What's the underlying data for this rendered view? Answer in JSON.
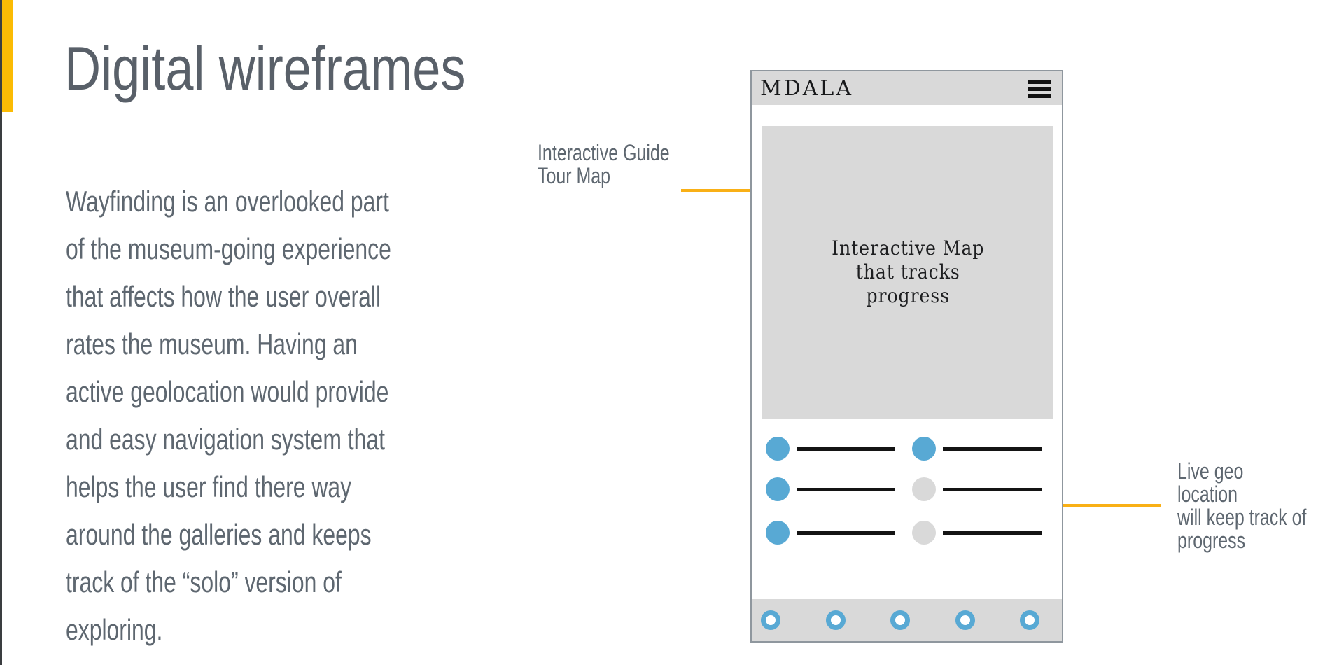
{
  "slide": {
    "title": "Digital wireframes",
    "body_lines": [
      "Wayfinding is an overlooked part",
      "of the museum-going experience",
      "that affects how the user overall",
      "rates the museum. Having an",
      "active geolocation would provide",
      "and easy navigation system that",
      "helps the user find there way",
      "around the galleries and keeps",
      "track of the “solo” version of",
      "exploring."
    ]
  },
  "annotations": {
    "left": {
      "text_lines": [
        "Interactive Guide",
        "Tour Map"
      ],
      "arrow_direction": "right"
    },
    "right": {
      "text_lines": [
        "Live geo location",
        "will keep track of",
        "progress"
      ],
      "arrow_direction": "left"
    }
  },
  "phone": {
    "app_title": "MDALA",
    "menu_icon": "hamburger-icon",
    "map_label_lines": [
      "Interactive Map",
      "that tracks",
      "progress"
    ],
    "progress_rows": [
      {
        "left": "active",
        "right": "active"
      },
      {
        "left": "active",
        "right": "inactive"
      },
      {
        "left": "active",
        "right": "inactive"
      }
    ],
    "bottom_nav": {
      "count": 5,
      "icon": "circle-ring-icon"
    }
  },
  "colors": {
    "accent_yellow": "#FBBB04",
    "arrow_yellow": "#F9B016",
    "title_gray": "#596069",
    "body_gray": "#5E6770",
    "panel_gray": "#D9D9D9",
    "phone_border": "#8F979E",
    "active_blue": "#58A9D4",
    "inactive_gray": "#D9D9D9",
    "line_black": "#141414"
  }
}
